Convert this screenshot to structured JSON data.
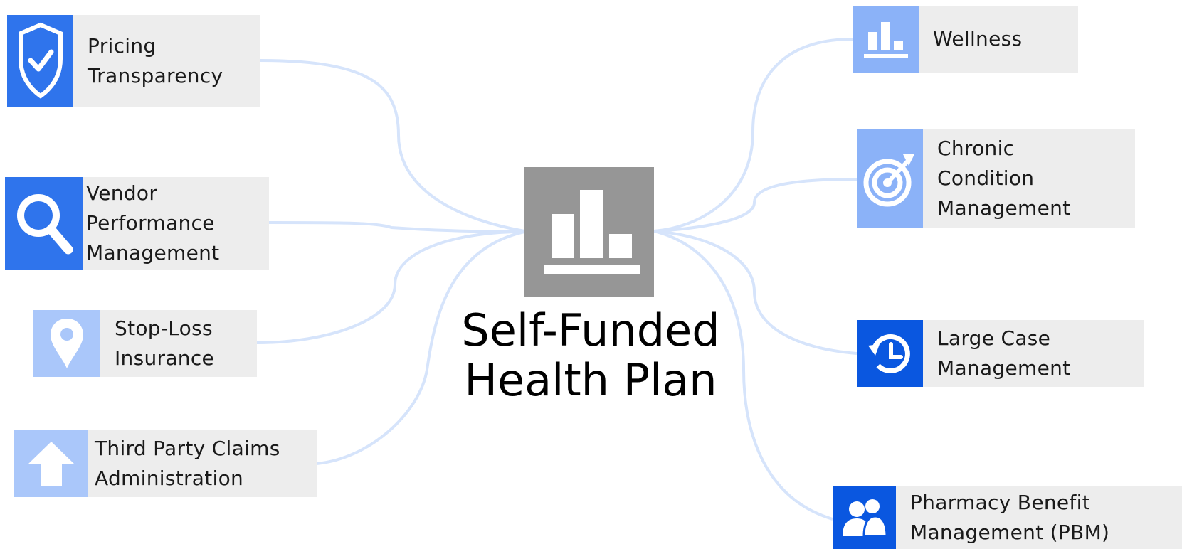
{
  "title": "Self-Funded\nHealth Plan",
  "colors": {
    "connector": "#d6e4fb",
    "center_icon_bg": "#969696",
    "label_bg": "#ededed",
    "blue_dark": "#0a57e0",
    "blue_mid": "#2f74ec",
    "blue_light": "#8bb2f8",
    "blue_pale": "#aac7fa"
  },
  "center_icon": "bar-chart-icon",
  "nodes": [
    {
      "label": "Pricing\nTransparency",
      "icon": "shield-check-icon"
    },
    {
      "label": "Vendor\nPerformance\nManagement",
      "icon": "magnifier-icon"
    },
    {
      "label": "Stop-Loss\nInsurance",
      "icon": "map-pin-icon"
    },
    {
      "label": "Third Party Claims\nAdministration",
      "icon": "up-arrow-icon"
    },
    {
      "label": "Wellness",
      "icon": "bar-chart-icon"
    },
    {
      "label": "Chronic\nCondition\nManagement",
      "icon": "target-icon"
    },
    {
      "label": "Large Case\nManagement",
      "icon": "history-clock-icon"
    },
    {
      "label": "Pharmacy Benefit\nManagement (PBM)",
      "icon": "people-icon"
    }
  ]
}
